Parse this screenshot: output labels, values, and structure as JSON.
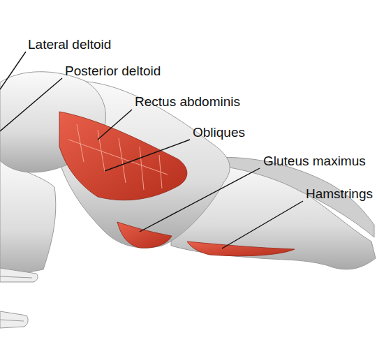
{
  "diagram": {
    "labels": [
      "Lateral deltoid",
      "Posterior deltoid",
      "Rectus abdominis",
      "Obliques",
      "Gluteus maximus",
      "Hamstrings"
    ]
  }
}
